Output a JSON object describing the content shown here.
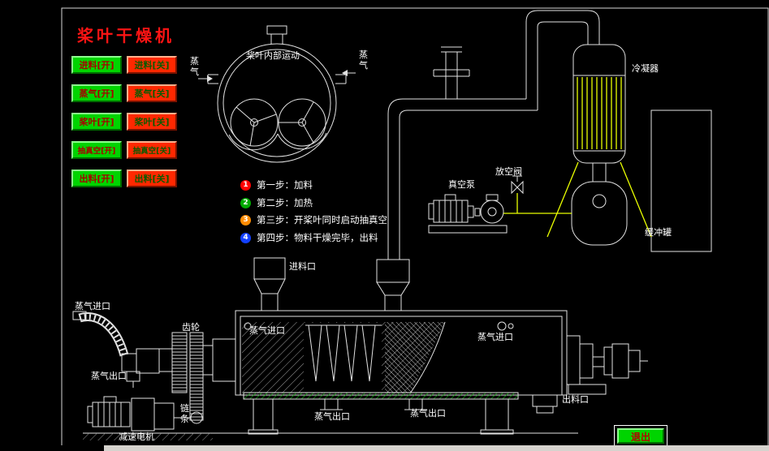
{
  "title": "桨叶干燥机",
  "exit_label": "退出",
  "colors": {
    "button_on": "#00d400",
    "button_off": "#ff2800",
    "title_red": "#ff1414",
    "condenser_tubes": "#eaff00",
    "jacket_hatch": "#00bb00"
  },
  "controls": [
    {
      "name": "feed",
      "on": "进料[开]",
      "off": "进料[关]"
    },
    {
      "name": "steam",
      "on": "蒸气[开]",
      "off": "蒸气[关]"
    },
    {
      "name": "paddle",
      "on": "桨叶[开]",
      "off": "桨叶[关]"
    },
    {
      "name": "vacuum",
      "on": "抽真空[开]",
      "off": "抽真空[关]"
    },
    {
      "name": "discharge",
      "on": "出料[开]",
      "off": "出料[关]"
    }
  ],
  "steps": [
    {
      "num": "1",
      "color": "#ff0000",
      "text": "第一步：加料"
    },
    {
      "num": "2",
      "color": "#00aa00",
      "text": "第二步：加热"
    },
    {
      "num": "3",
      "color": "#ff8c00",
      "text": "第三步：开桨叶同时启动抽真空"
    },
    {
      "num": "4",
      "color": "#1240ff",
      "text": "第四步：物料干燥完毕，出料"
    }
  ],
  "diagram_labels": {
    "vessel_motion": "桨叶内部运动",
    "steam_left": "蒸气",
    "steam_right": "蒸气",
    "condenser": "冷凝器",
    "vent_valve": "放空阀",
    "vacuum_pump": "真空泵",
    "buffer_tank": "缓冲罐",
    "feed_inlet": "进料口",
    "steam_inlet_hose": "蒸气进口",
    "gear": "齿轮",
    "steam_inlet_left": "蒸气进口",
    "steam_inlet_right": "蒸气进口",
    "steam_outlet_shaft": "蒸气出口",
    "discharge_outlet": "出料口",
    "steam_outlet_bottom_left": "蒸气出口",
    "steam_outlet_bottom_right": "蒸气出口",
    "gear_motor": "减速电机",
    "chain": "链条"
  }
}
